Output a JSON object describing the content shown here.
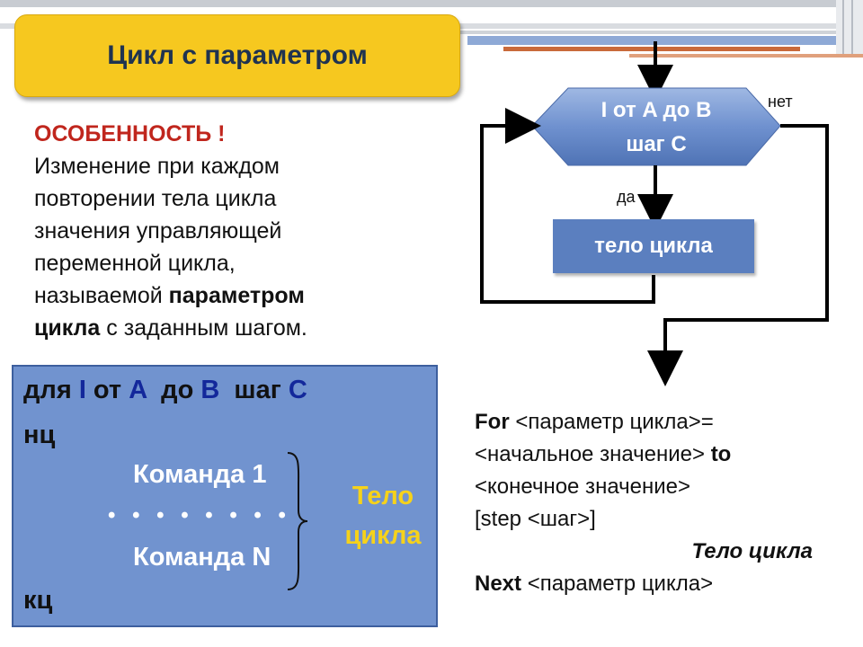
{
  "title": "Цикл с параметром",
  "feature": {
    "heading": "ОСОБЕННОСТЬ !",
    "line1": "Изменение при каждом",
    "line2": "повторении тела цикла",
    "line3": "значения управляющей",
    "line4": "переменной цикла,",
    "line5_pre": "называемой ",
    "line5_bold": "параметром",
    "line6_bold": "цикла",
    "line6_post": " с заданным шагом."
  },
  "pseudocode": {
    "header_kw1": "для ",
    "header_var": "I",
    "header_kw2": " от ",
    "header_a": "A",
    "header_kw3": "  до ",
    "header_b": "B",
    "header_kw4": "  шаг ",
    "header_c": "C",
    "begin": "нц",
    "cmd1": "Команда 1",
    "dots": "• • • • • • • •",
    "cmdN": "Команда N",
    "end": "кц",
    "body_label_line1": "Тело",
    "body_label_line2": "цикла"
  },
  "flowchart": {
    "hex_line1": "I от A до B",
    "hex_line2": "шаг C",
    "no_label": "нет",
    "yes_label": "да",
    "body_label": "тело цикла"
  },
  "basic": {
    "for_kw": "For",
    "line1_rest": " <параметр цикла>=",
    "line2_pre": "<начальное значение> ",
    "to_kw": "to",
    "line3": "<конечное значение>",
    "line4": "[step <шаг>]",
    "body": "Тело цикла",
    "next_kw": "Next",
    "next_rest": " <параметр цикла>"
  }
}
